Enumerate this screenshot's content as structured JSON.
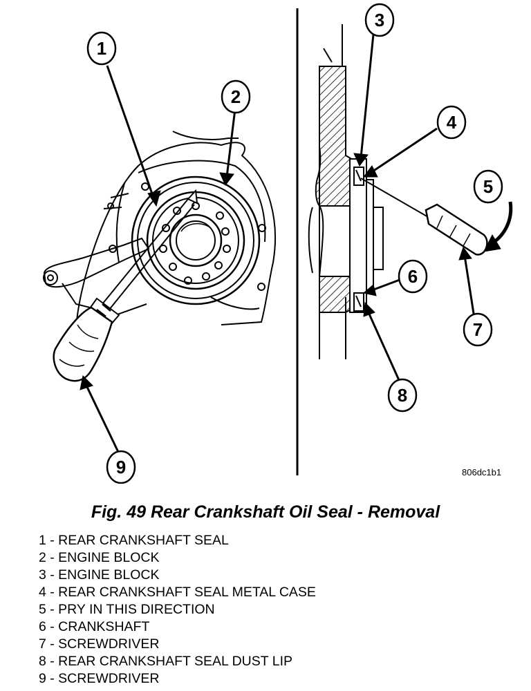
{
  "figure": {
    "code": "806dc1b1",
    "caption": "Fig. 49 Rear Crankshaft Oil Seal - Removal"
  },
  "callouts": [
    "1",
    "2",
    "3",
    "4",
    "5",
    "6",
    "7",
    "8",
    "9"
  ],
  "legend": [
    "1 - REAR CRANKSHAFT SEAL",
    "2 - ENGINE BLOCK",
    "3 - ENGINE BLOCK",
    "4 - REAR CRANKSHAFT SEAL METAL CASE",
    "5 - PRY IN THIS DIRECTION",
    "6 - CRANKSHAFT",
    "7 - SCREWDRIVER",
    "8 - REAR CRANKSHAFT SEAL DUST LIP",
    "9 - SCREWDRIVER"
  ]
}
